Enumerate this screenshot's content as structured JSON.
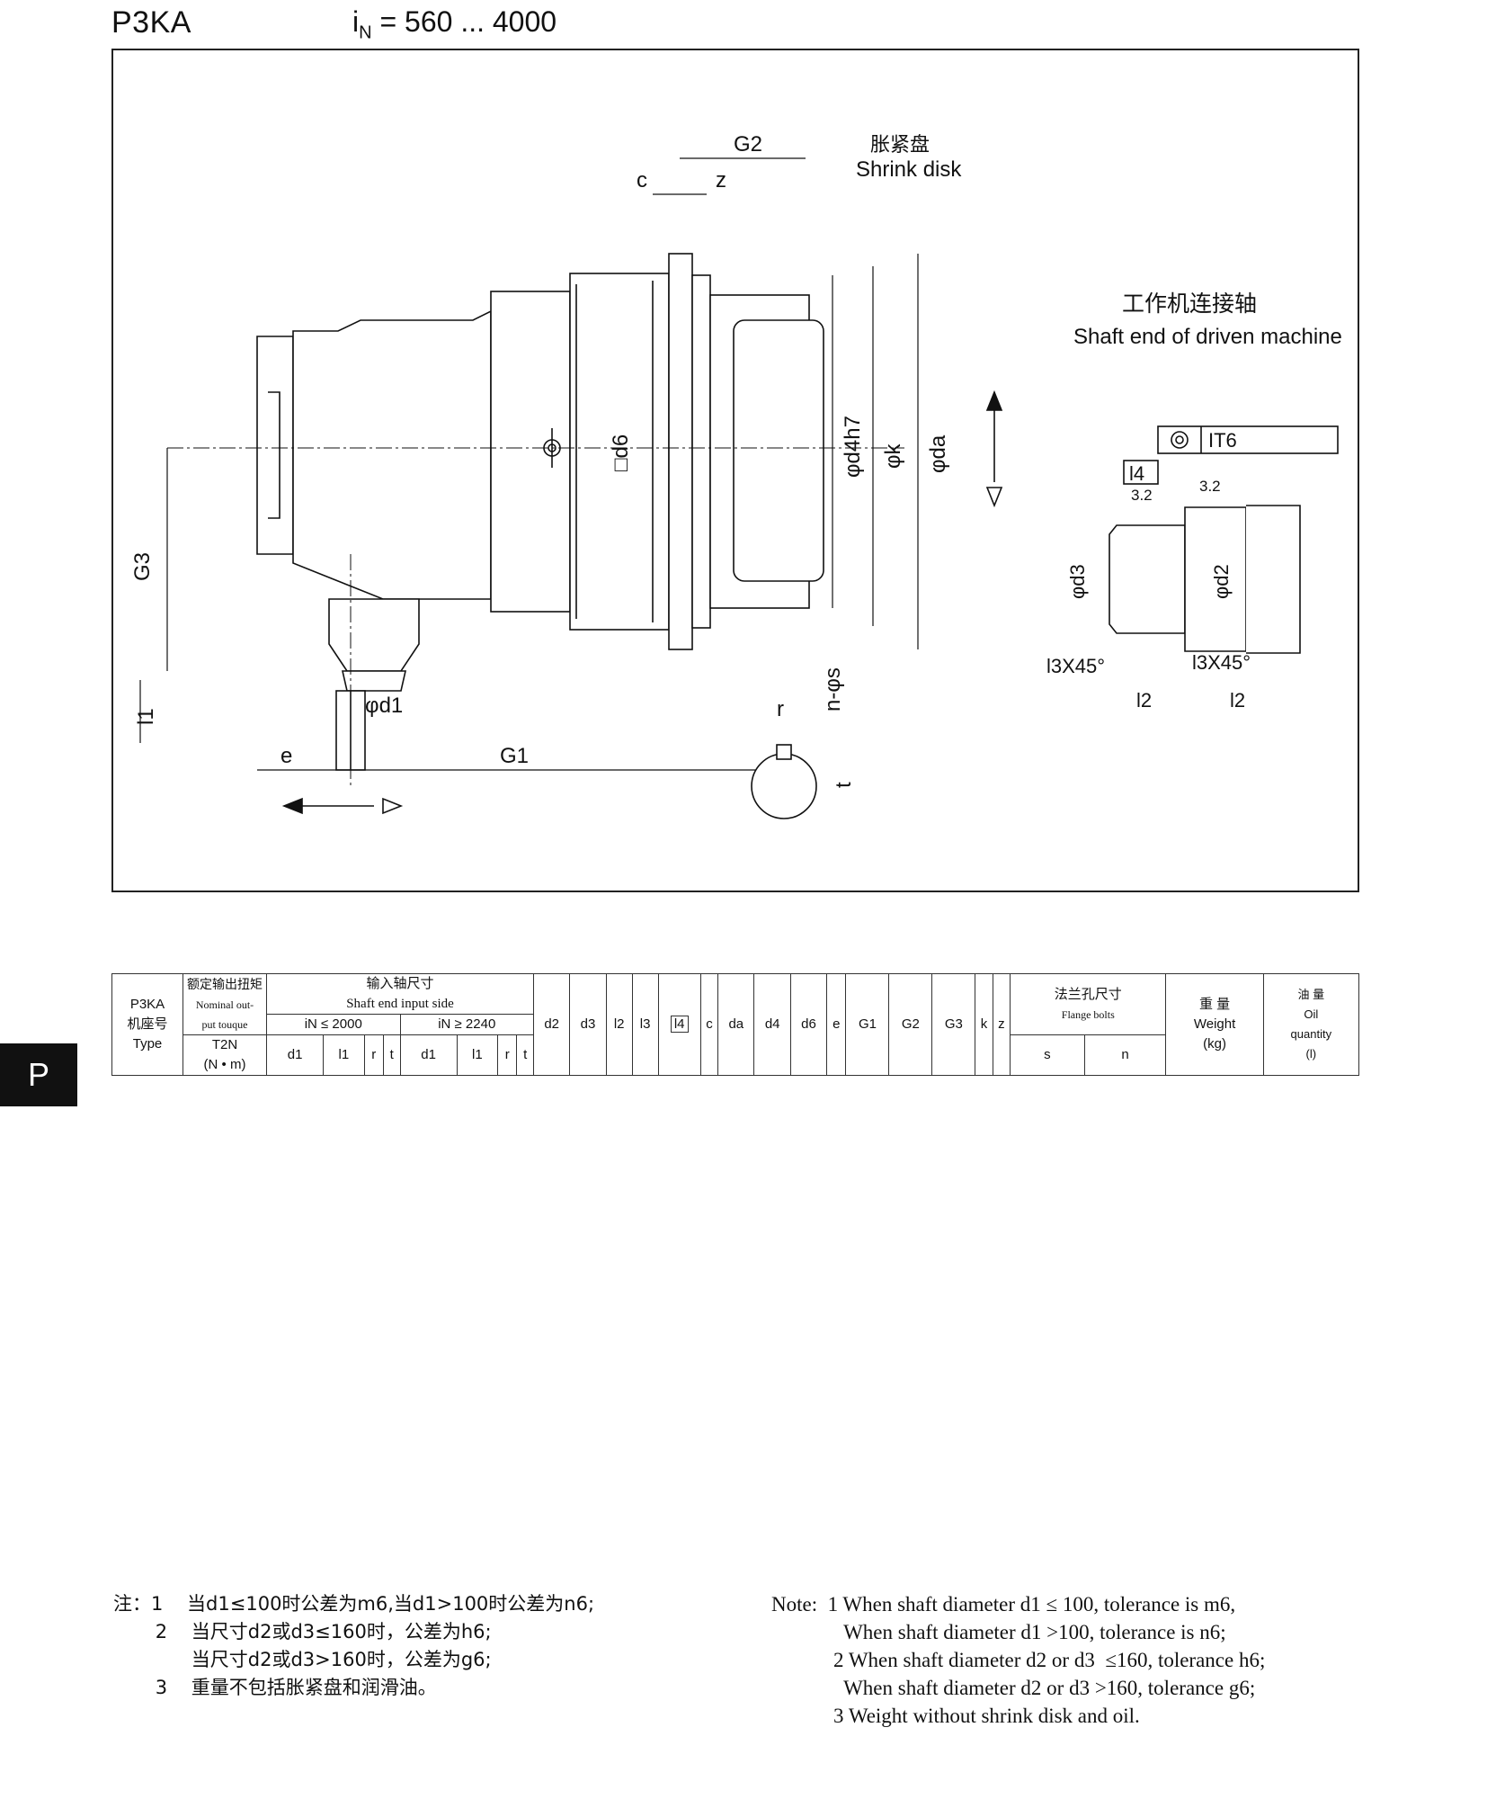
{
  "header": {
    "type_label": "P3KA",
    "ratio_prefix": "i",
    "ratio_sub": "N",
    "ratio_value": " = 560 ... 4000"
  },
  "tab_label": "P",
  "drawing": {
    "shrink_disk_cn": "胀紧盘",
    "shrink_disk_en": "Shrink disk",
    "driven_cn": "工作机连接轴",
    "driven_en": "Shaft end of driven machine",
    "tolerance": "IT6",
    "labels": {
      "G2": "G2",
      "c": "c",
      "z": "z",
      "G3": "G3",
      "l1": "l1",
      "phid1": "φd1",
      "e": "e",
      "G1": "G1",
      "d6": "□d6",
      "d4": "φd4h7",
      "k": "φk",
      "da": "φda",
      "ns": "n-φs",
      "r": "r",
      "t": "t",
      "l4": "l4",
      "rough1": "3.2",
      "rough2": "3.2",
      "d3": "φd3",
      "d2": "φd2",
      "l3a": "l3X45°",
      "l3b": "l3X45°",
      "l2a": "l2",
      "l2b": "l2"
    }
  },
  "table": {
    "h_type": "P3KA\n机座号\nType",
    "h_torque_cn": "额定输出扭矩",
    "h_torque_en": "Nominal out-\nput touque",
    "h_torque_sym": "T2N\n(N • m)",
    "h_input_cn": "输入轴尺寸",
    "h_input_en": "Shaft end input side",
    "h_in1": "iN ≤ 2000",
    "h_in2": "iN ≥ 2240",
    "h_flange_cn": "法兰孔尺寸",
    "h_flange_en": "Flange bolts",
    "h_weight": "重 量\nWeight\n(kg)",
    "h_oil": "油 量\nOil\nquantity\n(l)",
    "cols_in": [
      "d1",
      "l1",
      "r",
      "t",
      "d1",
      "l1",
      "r",
      "t"
    ],
    "cols_mid": [
      "d2",
      "d3",
      "l2",
      "l3",
      "l4",
      "c",
      "da",
      "d4",
      "d6",
      "e",
      "G1",
      "G2",
      "G3",
      "k",
      "z"
    ],
    "cols_fl": [
      "s",
      "n"
    ],
    "rows": []
  },
  "notes_cn": [
    "注：1    当d1≤100时公差为m6,当d1>100时公差为n6;",
    "       2    当尺寸d2或d3≤160时，公差为h6;",
    "             当尺寸d2或d3>160时，公差为g6;",
    "       3    重量不包括胀紧盘和润滑油。"
  ],
  "notes_en": [
    "Note:  1 When shaft diameter d1 ≤ 100, tolerance is m6,",
    "              When shaft diameter d1 >100, tolerance is n6;",
    "            2 When shaft diameter d2 or d3  ≤160, tolerance h6;",
    "              When shaft diameter d2 or d3 >160, tolerance g6;",
    "            3 Weight without shrink disk and oil."
  ]
}
